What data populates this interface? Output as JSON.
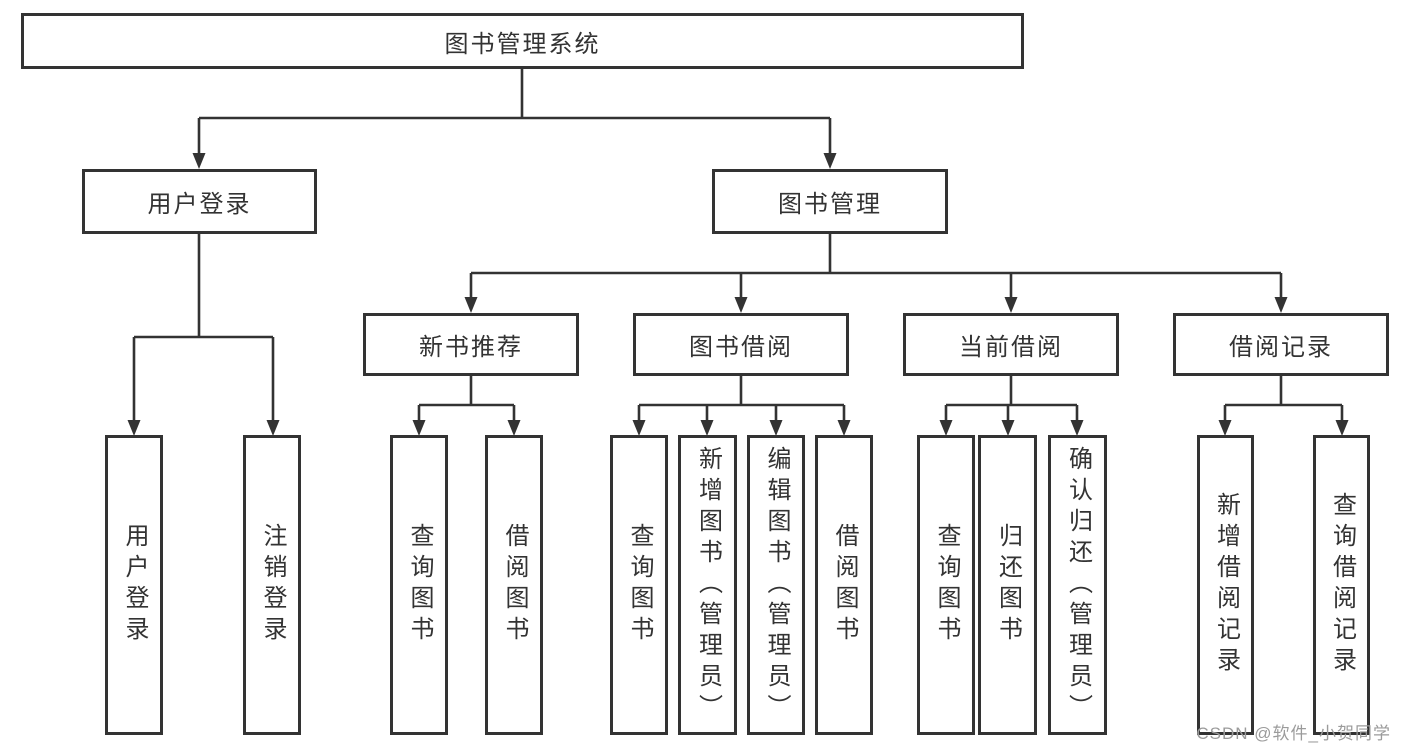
{
  "diagram": {
    "type": "hierarchy-tree",
    "nodes": {
      "root": "图书管理系统",
      "user_login": "用户登录",
      "book_mgmt": "图书管理",
      "new_book_rec": "新书推荐",
      "book_borrow": "图书借阅",
      "current_borrow": "当前借阅",
      "borrow_record": "借阅记录",
      "login_leaf": "用户登录",
      "logout_leaf": "注销登录",
      "rec_query_book": "查询图书",
      "rec_borrow_book": "借阅图书",
      "bb_query_book": "查询图书",
      "bb_add_book": "新增图书（管理员）",
      "bb_edit_book": "编辑图书（管理员）",
      "bb_borrow_book": "借阅图书",
      "cb_query_book": "查询图书",
      "cb_return_book": "归还图书",
      "cb_confirm_return": "确认归还（管理员）",
      "br_add_record": "新增借阅记录",
      "br_query_record": "查询借阅记录"
    },
    "edges": [
      {
        "from": "root",
        "to": [
          "user_login",
          "book_mgmt"
        ]
      },
      {
        "from": "user_login",
        "to": [
          "login_leaf",
          "logout_leaf"
        ]
      },
      {
        "from": "book_mgmt",
        "to": [
          "new_book_rec",
          "book_borrow",
          "current_borrow",
          "borrow_record"
        ]
      },
      {
        "from": "new_book_rec",
        "to": [
          "rec_query_book",
          "rec_borrow_book"
        ]
      },
      {
        "from": "book_borrow",
        "to": [
          "bb_query_book",
          "bb_add_book",
          "bb_edit_book",
          "bb_borrow_book"
        ]
      },
      {
        "from": "current_borrow",
        "to": [
          "cb_query_book",
          "cb_return_book",
          "cb_confirm_return"
        ]
      },
      {
        "from": "borrow_record",
        "to": [
          "br_add_record",
          "br_query_record"
        ]
      }
    ],
    "colors": {
      "line": "#333333",
      "box_border": "#333333",
      "box_fill": "#ffffff",
      "text": "#333333",
      "background": "#ffffff",
      "watermark_text": "#9b9b9b"
    }
  },
  "watermark": "CSDN @软件_小贺同学"
}
